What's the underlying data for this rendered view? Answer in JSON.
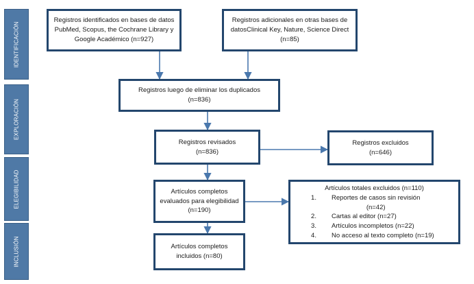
{
  "phases": {
    "identification": "IDENTIFICACIÓN",
    "exploration": "EXPLORACIÓN",
    "eligibility": "ELEGIBILIDAD",
    "inclusion": "INCLUSIÓN"
  },
  "boxes": {
    "identified": "Registros identificados en bases de datos PubMed, Scopus, the Cochrane Library y Google Académico (n=927)",
    "additional": "Registros adicionales en otras bases de datosClinical Key, Nature, Science Direct (n=85)",
    "deduplicated_line1": "Registros luego de eliminar los duplicados",
    "deduplicated_line2": "(n=836)",
    "reviewed_line1": "Registros revisados",
    "reviewed_line2": "(n=836)",
    "excluded_records_line1": "Registros excluidos",
    "excluded_records_line2": "(n=646)",
    "fulltext_evaluated": "Artículos completos evaluados para elegibilidad (n=190)",
    "included": "Artículos completos incluidos (n=80)"
  },
  "excluded_articles": {
    "title": "Artículos totales excluidos (n=110)",
    "items": [
      {
        "num": "1.",
        "text": "Reportes de casos sin revisión",
        "count": "(n=42)"
      },
      {
        "num": "2.",
        "text": "Cartas al editor (n=27)"
      },
      {
        "num": "3.",
        "text": "Artículos incompletos (n=22)"
      },
      {
        "num": "4.",
        "text": "No acceso al texto completo (n=19)"
      }
    ]
  },
  "colors": {
    "box_border": "#23466d",
    "phase_fill": "#4f79a6",
    "arrow": "#4a78ad"
  }
}
